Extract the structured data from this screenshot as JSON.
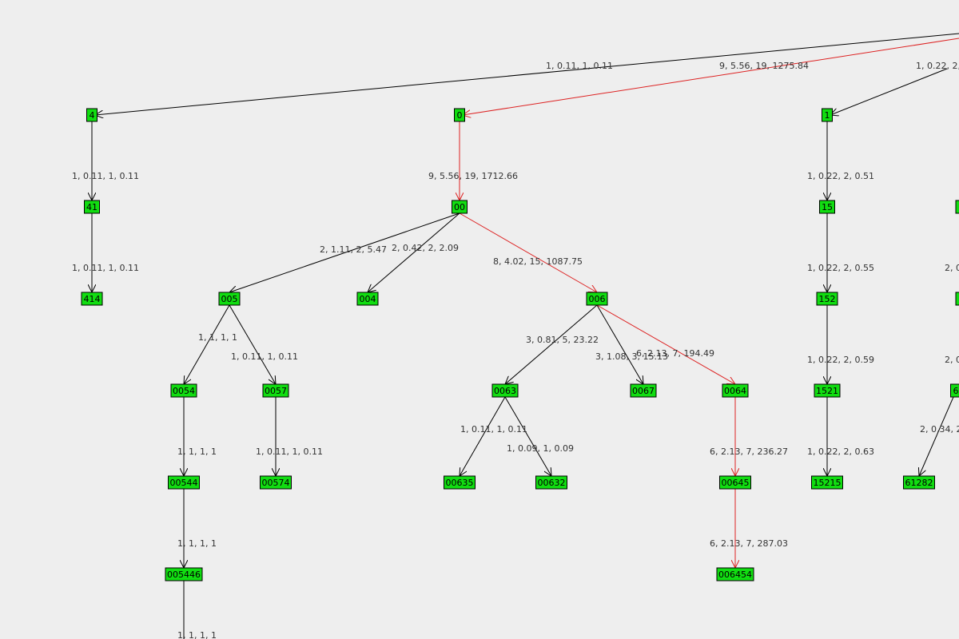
{
  "diagram": {
    "type": "tree",
    "colors": {
      "background": "#eeeeee",
      "node_fill": "#11dd11",
      "node_border": "#000000",
      "edge_default": "#000000",
      "edge_highlight": "#dd2222"
    },
    "nodes": [
      {
        "id": "4",
        "label": "4"
      },
      {
        "id": "0",
        "label": "0"
      },
      {
        "id": "1",
        "label": "1"
      },
      {
        "id": "41",
        "label": "41"
      },
      {
        "id": "00",
        "label": "00"
      },
      {
        "id": "15",
        "label": "15"
      },
      {
        "id": "414",
        "label": "414"
      },
      {
        "id": "005",
        "label": "005"
      },
      {
        "id": "004",
        "label": "004"
      },
      {
        "id": "006",
        "label": "006"
      },
      {
        "id": "152",
        "label": "152"
      },
      {
        "id": "0054",
        "label": "0054"
      },
      {
        "id": "0057",
        "label": "0057"
      },
      {
        "id": "0063",
        "label": "0063"
      },
      {
        "id": "0067",
        "label": "0067"
      },
      {
        "id": "0064",
        "label": "0064"
      },
      {
        "id": "1521",
        "label": "1521"
      },
      {
        "id": "00544",
        "label": "00544"
      },
      {
        "id": "00574",
        "label": "00574"
      },
      {
        "id": "00635",
        "label": "00635"
      },
      {
        "id": "00632",
        "label": "00632"
      },
      {
        "id": "00645",
        "label": "00645"
      },
      {
        "id": "15215",
        "label": "15215"
      },
      {
        "id": "61282",
        "label": "61282"
      },
      {
        "id": "005446",
        "label": "005446"
      },
      {
        "id": "006454",
        "label": "006454"
      },
      {
        "id": "r6a",
        "label": "6"
      }
    ],
    "edges": [
      {
        "from": "root",
        "to": "4",
        "label": "1, 0.11, 1, 0.11",
        "highlight": false
      },
      {
        "from": "root",
        "to": "0",
        "label": "9, 5.56, 19, 1275.84",
        "highlight": true
      },
      {
        "from": "root",
        "to": "1",
        "label": "1, 0.22, 2,",
        "highlight": false
      },
      {
        "from": "4",
        "to": "41",
        "label": "1, 0.11, 1, 0.11",
        "highlight": false
      },
      {
        "from": "41",
        "to": "414",
        "label": "1, 0.11, 1, 0.11",
        "highlight": false
      },
      {
        "from": "0",
        "to": "00",
        "label": "9, 5.56, 19, 1712.66",
        "highlight": true
      },
      {
        "from": "00",
        "to": "005",
        "label": "2, 1.11, 2, 5.47",
        "highlight": false
      },
      {
        "from": "00",
        "to": "004",
        "label": "2, 0.42, 2, 2.09",
        "highlight": false
      },
      {
        "from": "00",
        "to": "006",
        "label": "8, 4.02, 15, 1087.75",
        "highlight": true
      },
      {
        "from": "005",
        "to": "0054",
        "label": "1, 1, 1, 1",
        "highlight": false
      },
      {
        "from": "005",
        "to": "0057",
        "label": "1, 0.11, 1, 0.11",
        "highlight": false
      },
      {
        "from": "006",
        "to": "0063",
        "label": "3, 0.81, 5, 23.22",
        "highlight": false
      },
      {
        "from": "006",
        "to": "0067",
        "label": "3, 1.08, 3, 15.13",
        "highlight": false
      },
      {
        "from": "006",
        "to": "0064",
        "label": "6, 2.13, 7, 194.49",
        "highlight": true
      },
      {
        "from": "0054",
        "to": "00544",
        "label": "1, 1, 1, 1",
        "highlight": false
      },
      {
        "from": "0057",
        "to": "00574",
        "label": "1, 0.11, 1, 0.11",
        "highlight": false
      },
      {
        "from": "0063",
        "to": "00635",
        "label": "1, 0.11, 1, 0.11",
        "highlight": false
      },
      {
        "from": "0063",
        "to": "00632",
        "label": "1, 0.09, 1, 0.09",
        "highlight": false
      },
      {
        "from": "0064",
        "to": "00645",
        "label": "6, 2.13, 7, 236.27",
        "highlight": true
      },
      {
        "from": "00544",
        "to": "005446",
        "label": "1, 1, 1, 1",
        "highlight": false
      },
      {
        "from": "00645",
        "to": "006454",
        "label": "6, 2.13, 7, 287.03",
        "highlight": true
      },
      {
        "from": "005446",
        "to": "offscreen",
        "label": "1, 1, 1, 1",
        "highlight": false
      },
      {
        "from": "1",
        "to": "15",
        "label": "1, 0.22, 2, 0.51",
        "highlight": false
      },
      {
        "from": "15",
        "to": "152",
        "label": "1, 0.22, 2, 0.55",
        "highlight": false
      },
      {
        "from": "152",
        "to": "1521",
        "label": "1, 0.22, 2, 0.59",
        "highlight": false
      },
      {
        "from": "1521",
        "to": "15215",
        "label": "1, 0.22, 2, 0.63",
        "highlight": false
      },
      {
        "from": "r6a",
        "to": "61282",
        "label": "2, 0.34, 2",
        "highlight": false
      },
      {
        "from": "offscreen",
        "to": "r6a",
        "label": "2, 0",
        "highlight": false
      },
      {
        "from": "offscreen",
        "to": "offscreen",
        "label": "2, 0",
        "highlight": false
      }
    ]
  }
}
